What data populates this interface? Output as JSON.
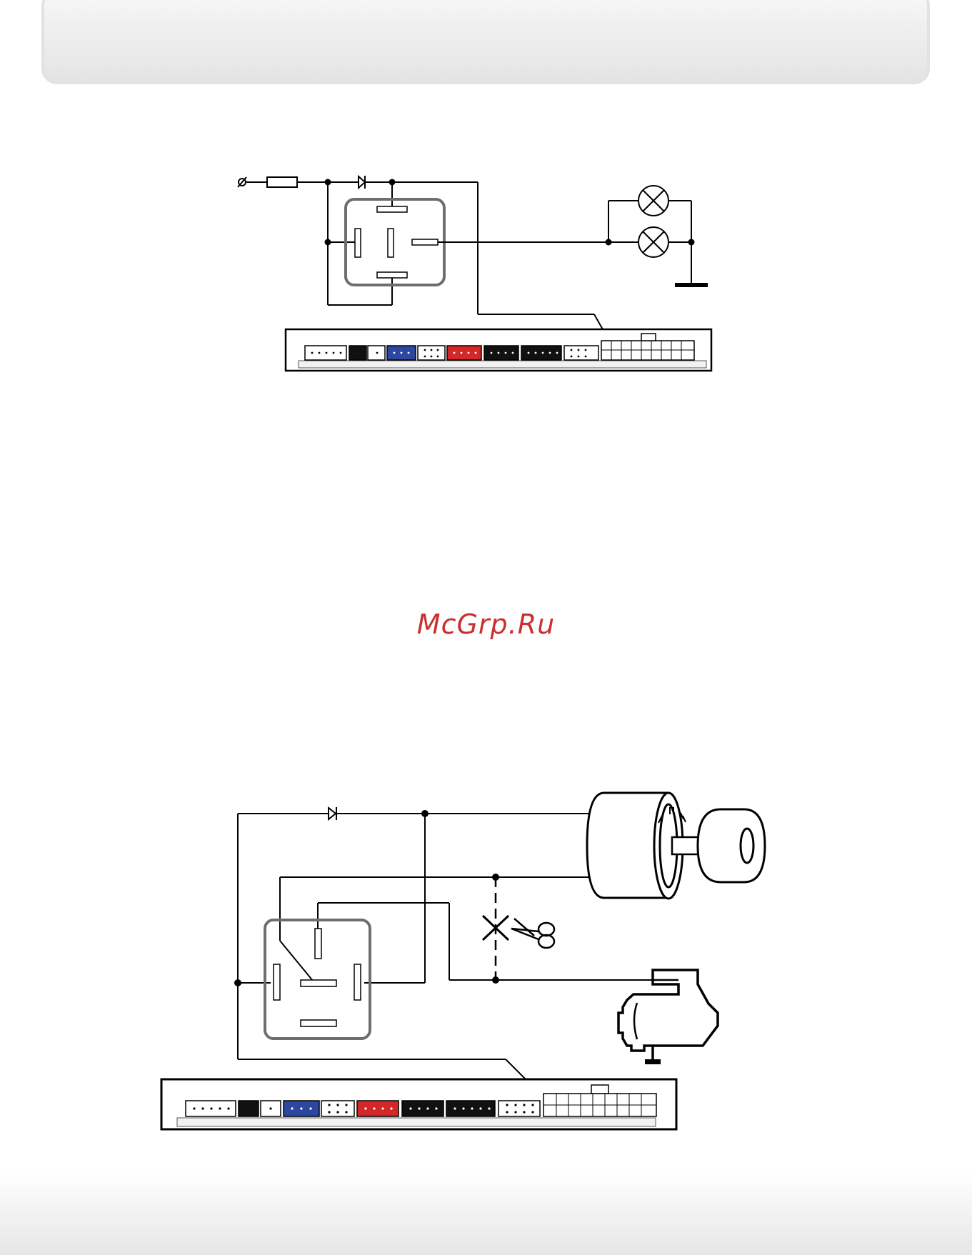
{
  "watermark": "McGrp.Ru",
  "colors": {
    "line": "#000000",
    "relay_outline": "#6e6e6e",
    "connector_blue": "#2d47a0",
    "connector_red": "#d42828",
    "connector_black": "#111111",
    "connector_white": "#ffffff",
    "watermark": "#cc2f2f"
  },
  "diagram_top": {
    "symbols": [
      "fuse-icon",
      "diode-icon",
      "relay-icon",
      "lamp-icon",
      "lamp-icon",
      "ground-icon",
      "alarm-unit-connector"
    ]
  },
  "diagram_bottom": {
    "symbols": [
      "diode-icon",
      "ignition-switch-icon",
      "key-icon",
      "cut-mark-icon",
      "scissors-icon",
      "relay-icon",
      "starter-motor-icon",
      "ground-icon",
      "alarm-unit-connector"
    ]
  }
}
